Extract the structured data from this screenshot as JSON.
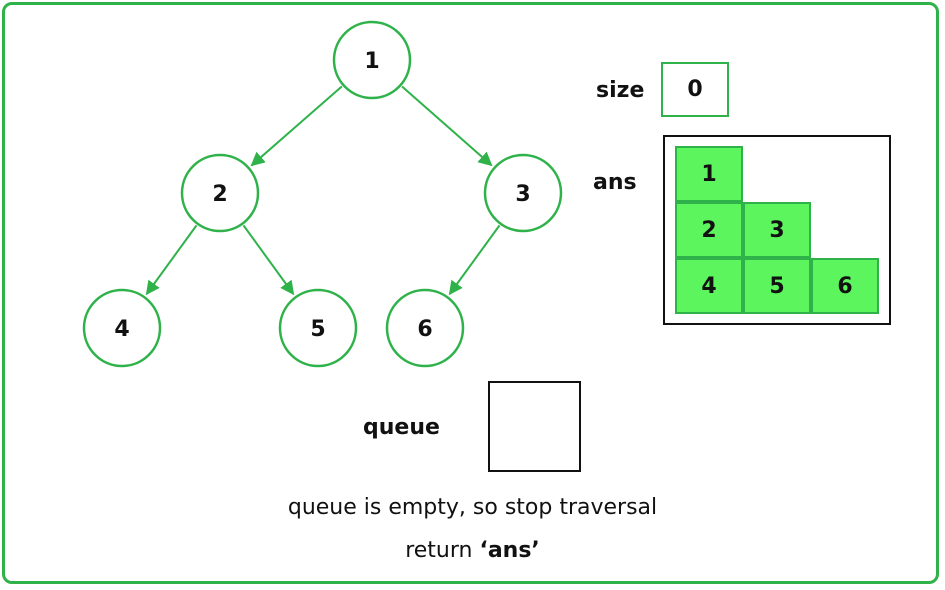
{
  "colors": {
    "frame": "#2fb24a",
    "node_stroke": "#2fb24a",
    "edge": "#2fb24a",
    "cell_fill": "#5df55d",
    "text": "#111111"
  },
  "tree": {
    "nodes": [
      {
        "id": "n1",
        "label": "1"
      },
      {
        "id": "n2",
        "label": "2"
      },
      {
        "id": "n3",
        "label": "3"
      },
      {
        "id": "n4",
        "label": "4"
      },
      {
        "id": "n5",
        "label": "5"
      },
      {
        "id": "n6",
        "label": "6"
      }
    ],
    "edges": [
      {
        "from": "n1",
        "to": "n2"
      },
      {
        "from": "n1",
        "to": "n3"
      },
      {
        "from": "n2",
        "to": "n4"
      },
      {
        "from": "n2",
        "to": "n5"
      },
      {
        "from": "n3",
        "to": "n6"
      }
    ]
  },
  "size": {
    "label": "size",
    "value": "0"
  },
  "ans": {
    "label": "ans",
    "rows": [
      [
        "1"
      ],
      [
        "2",
        "3"
      ],
      [
        "4",
        "5",
        "6"
      ]
    ]
  },
  "queue": {
    "label": "queue"
  },
  "caption": {
    "line1": "queue is empty, so stop traversal",
    "line2_prefix": "return ",
    "line2_bold": "‘ans’"
  }
}
